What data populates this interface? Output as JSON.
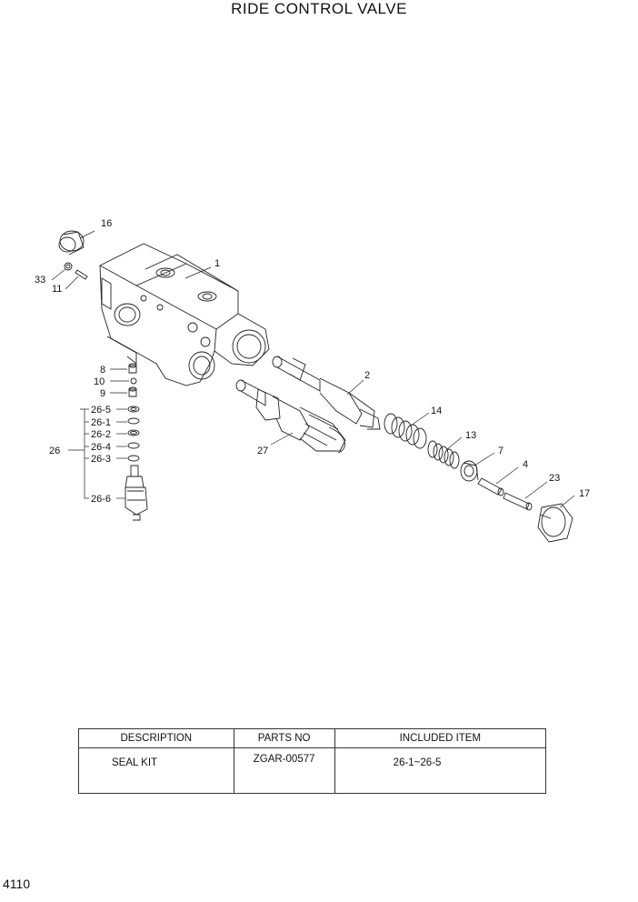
{
  "title": "RIDE CONTROL VALVE",
  "callouts": {
    "p1": "1",
    "p2": "2",
    "p4": "4",
    "p7": "7",
    "p8": "8",
    "p9": "9",
    "p10": "10",
    "p11": "11",
    "p13": "13",
    "p14": "14",
    "p16": "16",
    "p17": "17",
    "p23": "23",
    "p26": "26",
    "p26_1": "26-1",
    "p26_2": "26-2",
    "p26_3": "26-3",
    "p26_4": "26-4",
    "p26_5": "26-5",
    "p26_6": "26-6",
    "p27": "27",
    "p33": "33"
  },
  "table": {
    "headers": [
      "DESCRIPTION",
      "PARTS NO",
      "INCLUDED ITEM"
    ],
    "rows": [
      {
        "description": "SEAL KIT",
        "parts_no": "ZGAR-00577",
        "included_item": "26-1~26-5"
      }
    ]
  },
  "page_number": "4110"
}
